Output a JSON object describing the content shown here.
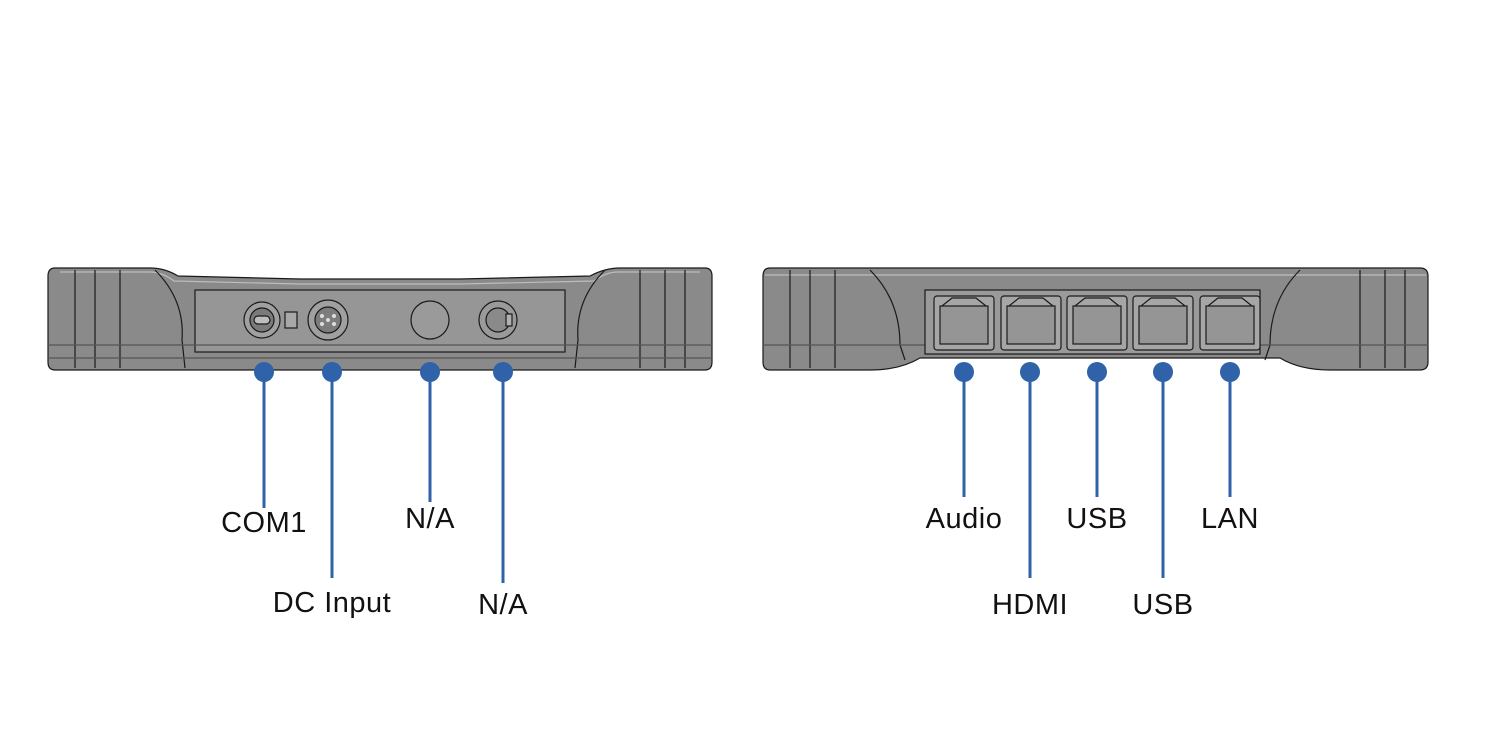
{
  "colors": {
    "callout": "#2f62a8",
    "body_fill": "#888888",
    "body_stroke": "#1a1a1a",
    "background": "#ffffff"
  },
  "left_view": {
    "callouts": [
      {
        "label": "COM1"
      },
      {
        "label": "DC Input"
      },
      {
        "label": "N/A"
      },
      {
        "label": "N/A"
      }
    ]
  },
  "right_view": {
    "callouts": [
      {
        "label": "Audio"
      },
      {
        "label": "HDMI"
      },
      {
        "label": "USB"
      },
      {
        "label": "USB"
      },
      {
        "label": "LAN"
      }
    ]
  }
}
